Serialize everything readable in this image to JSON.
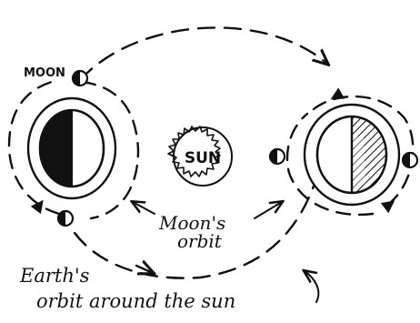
{
  "labels": {
    "moon": "MOON",
    "sun": "SUN",
    "moons_orbit_line1": "Moon's",
    "moons_orbit_line2": "orbit",
    "earths_orbit_line1": "Earth's",
    "earths_orbit_line2": "orbit around the sun"
  },
  "colors": {
    "ink": "#111111",
    "background": "#ffffff"
  }
}
